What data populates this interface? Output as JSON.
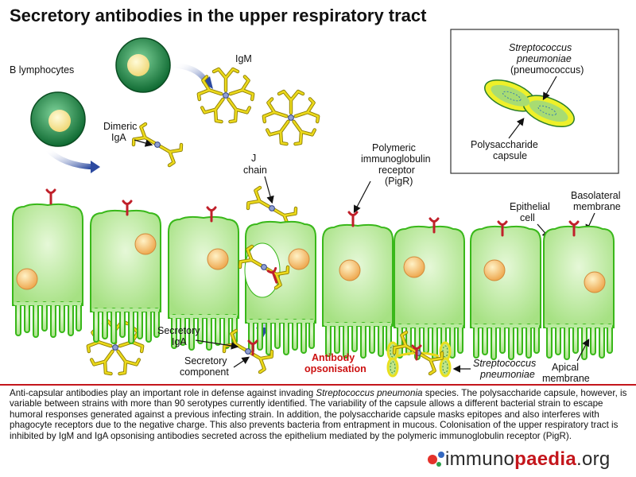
{
  "title": "Secretory antibodies in the upper respiratory tract",
  "labels": {
    "b_lymphocytes": "B lymphocytes",
    "igm": "IgM",
    "dimeric_iga_1": "Dimeric",
    "dimeric_iga_2": "IgA",
    "j_chain_1": "J",
    "j_chain_2": "chain",
    "pigr_1": "Polymeric",
    "pigr_2": "immunoglobulin",
    "pigr_3": "receptor",
    "pigr_4": "(PigR)",
    "epithelial_1": "Epithelial",
    "epithelial_2": "cell",
    "basolateral_1": "Basolateral",
    "basolateral_2": "membrane",
    "apical_1": "Apical",
    "apical_2": "membrane",
    "secretory_iga_1": "Secretory",
    "secretory_iga_2": "IgA",
    "secretory_comp_1": "Secretory",
    "secretory_comp_2": "component",
    "opsonisation_1": "Antibody",
    "opsonisation_2": "opsonisation",
    "strep_1": "Streptococcus",
    "strep_2": "pneumoniae"
  },
  "inset": {
    "species_1": "Streptococcus",
    "species_2": "pneumoniae",
    "common_name": "(pneumococcus)",
    "capsule_1": "Polysaccharide",
    "capsule_2": "capsule"
  },
  "caption": {
    "part1": "Anti-capsular antibodies play an important role in defense against invading ",
    "species": "Streptococcus pneumonia",
    "part2": " species. The polysaccharide capsule, however, is variable between strains with more than 90 serotypes currently identified. The variability of the capsule allows a different bacterial strain to escape humoral responses generated against a previous infecting strain. In addition, the polysaccharide capsule masks epitopes and also interferes with phagocyte receptors due to the negative charge. This also prevents bacteria from entrapment in mucous. Colonisation of the upper respiratory tract is inhibited by IgM and IgA opsonising antibodies secreted across the epithelium mediated by the polymeric immunoglobulin receptor (PigR)."
  },
  "brand": {
    "pre": "immuno",
    "mid": "paedia",
    "post": ".org"
  },
  "colors": {
    "cell_fill": "#b8ea9e",
    "cell_stroke": "#39b81a",
    "nucleus": "#f3b46a",
    "antibody": "#e7d318",
    "antibody_stroke": "#8c7d00",
    "receptor": "#c0202a",
    "lymphocyte": "#1f8a47",
    "arrow": "#2c4aa0",
    "rule": "#c4161c"
  }
}
